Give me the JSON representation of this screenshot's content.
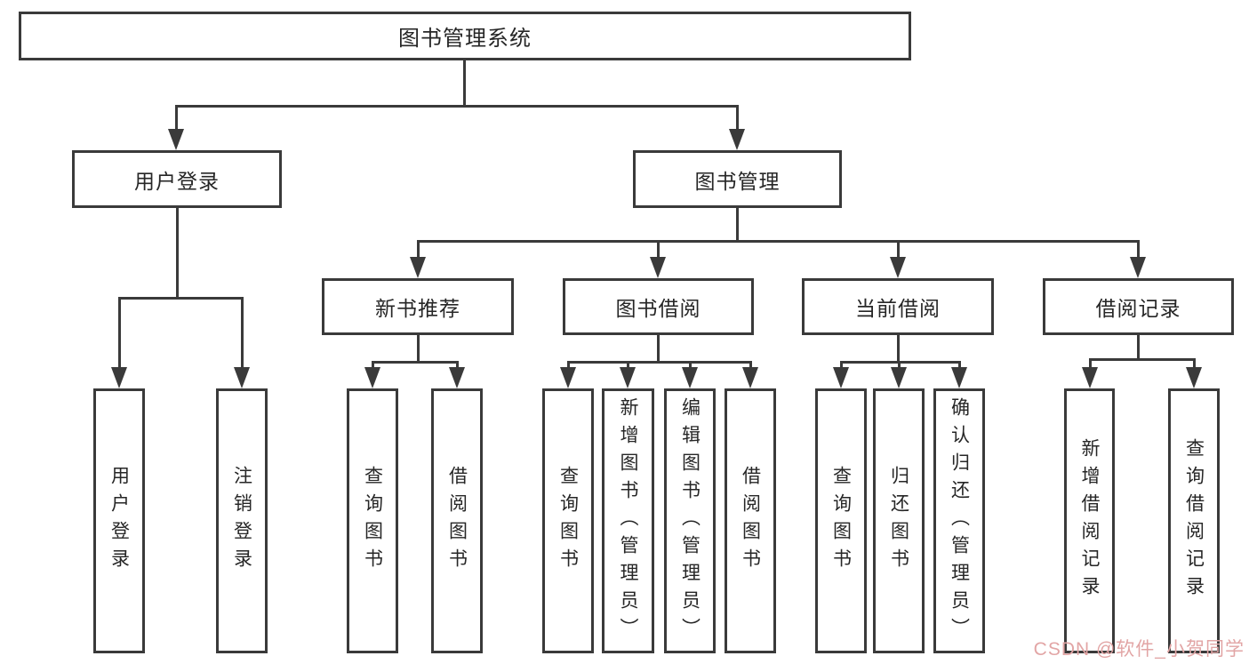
{
  "nodes": {
    "root": "图书管理系统",
    "level1": {
      "user_login": "用户登录",
      "book_mgmt": "图书管理"
    },
    "level2": {
      "new_book_rec": "新书推荐",
      "book_borrow": "图书借阅",
      "current_borrow": "当前借阅",
      "borrow_records": "借阅记录"
    },
    "leaves": {
      "user_login": [
        "用户登录",
        "注销登录"
      ],
      "new_book_rec": [
        "查询图书",
        "借阅图书"
      ],
      "book_borrow": [
        "查询图书",
        "新增图书（管理员）",
        "编辑图书（管理员）",
        "借阅图书"
      ],
      "current_borrow": [
        "查询图书",
        "归还图书",
        "确认归还（管理员）"
      ],
      "borrow_records": [
        "新增借阅记录",
        "查询借阅记录"
      ]
    }
  },
  "watermark": {
    "text": "CSDN @软件_小贺同学"
  },
  "colors": {
    "line": "#3a3a3a",
    "text": "#262626",
    "background": "#ffffff",
    "watermark": "#e2a5a5"
  }
}
